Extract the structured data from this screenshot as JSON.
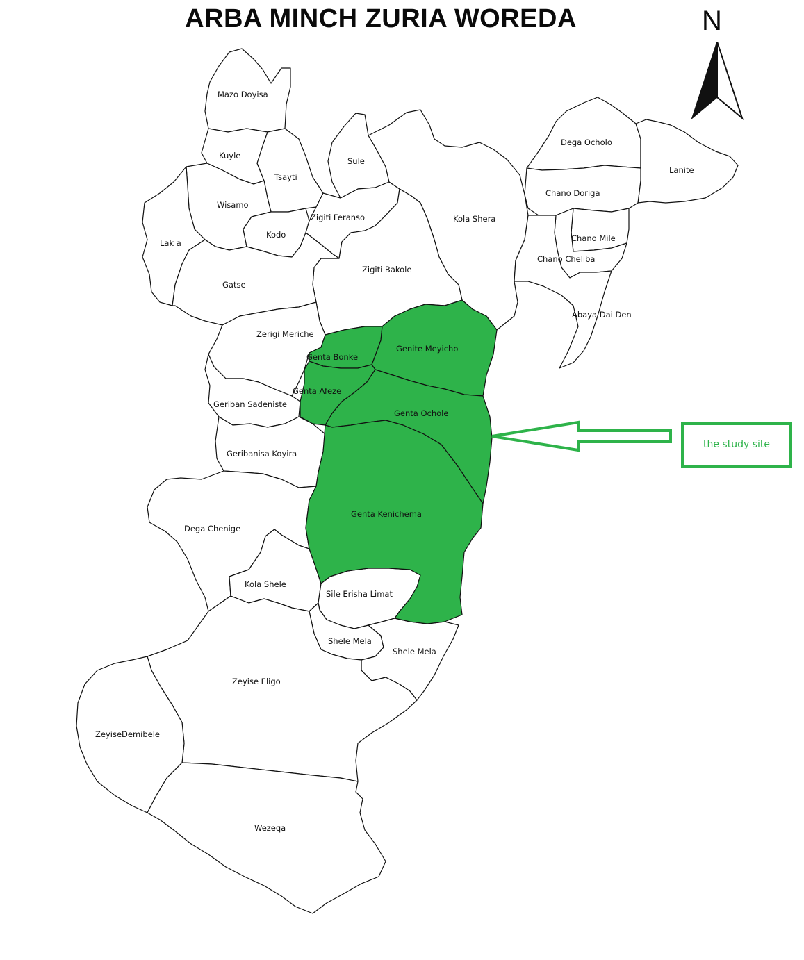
{
  "title": "ARBA MINCH ZURIA WOREDA",
  "north_label": "N",
  "legend": {
    "callout_text": "the study site"
  },
  "colors": {
    "study_area": "#2eb34a",
    "boundary": "#111111",
    "background": "#ffffff"
  },
  "labels": {
    "mazo_doyisa": "Mazo Doyisa",
    "kuyle": "Kuyle",
    "tsayti": "Tsayti",
    "sule": "Sule",
    "wisamo": "Wisamo",
    "laka": "Lak a",
    "kodo": "Kodo",
    "zigiti_feranso": "Zigiti Feranso",
    "kola_shera": "Kola Shera",
    "dega_ocholo": "Dega Ocholo",
    "lanite": "Lanite",
    "chano_doriga": "Chano Doriga",
    "chano_mile": "Chano Mile",
    "chano_cheliba": "Chano Cheliba",
    "zigiti_bakole": "Zigiti Bakole",
    "gatse": "Gatse",
    "abaya_dai_den": "Abaya Dai Den",
    "zerigi_meriche": "Zerigi Meriche",
    "genta_bonke": "Genta Bonke",
    "genite_meyicho": "Genite Meyicho",
    "genta_afeze": "Genta Afeze",
    "geriban_sadeniste": "Geriban Sadeniste",
    "genta_ochole": "Genta Ochole",
    "geribanisa_koyira": "Geribanisa Koyira",
    "genta_kenichema": "Genta Kenichema",
    "dega_chenige": "Dega Chenige",
    "kola_shele": "Kola Shele",
    "sile_erisha_limat": "Sile Erisha Limat",
    "shele_mela_1": "Shele Mela",
    "shele_mela_2": "Shele Mela",
    "zeyise_eligo": "Zeyise Eligo",
    "zeyise_demibele": "ZeyiseDemibele",
    "wezeqa": "Wezeqa"
  }
}
